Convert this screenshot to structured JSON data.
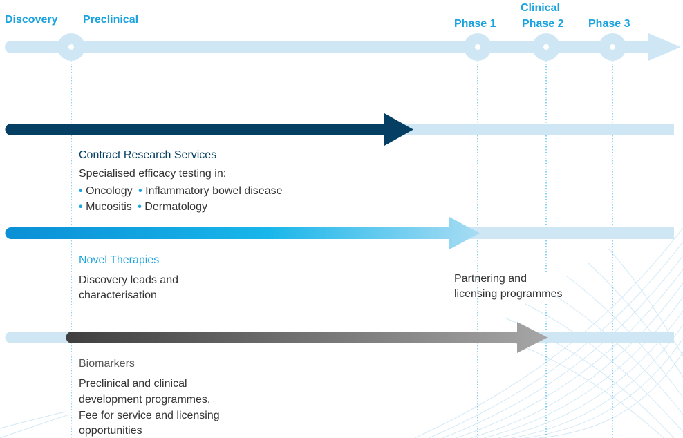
{
  "stages": {
    "discovery": "Discovery",
    "preclinical": "Preclinical",
    "clinical": "Clinical",
    "phase1": "Phase 1",
    "phase2": "Phase 2",
    "phase3": "Phase 3"
  },
  "contract": {
    "title": "Contract Research Services",
    "intro": "Specialised efficacy testing in:",
    "items": [
      "Oncology",
      "Inflammatory bowel disease",
      "Mucositis",
      "Dermatology"
    ]
  },
  "novel": {
    "title": "Novel Therapies",
    "line1": "Discovery leads and",
    "line2": "characterisation"
  },
  "partnering": {
    "line1": "Partnering and",
    "line2": "licensing programmes"
  },
  "biomarkers": {
    "title": "Biomarkers",
    "line1": "Preclinical and clinical",
    "line2": "development programmes.",
    "line3": "Fee for service and licensing",
    "line4": "opportunities"
  },
  "colors": {
    "light_blue": "#cfe7f5",
    "navy": "#053f63",
    "bright_blue": "#1aa3de",
    "grey": "#9a9a9a",
    "dark_grey": "#555555"
  },
  "icons": [
    "pipeline-arrow-icon",
    "phase-marker-icon",
    "bullet-icon"
  ]
}
